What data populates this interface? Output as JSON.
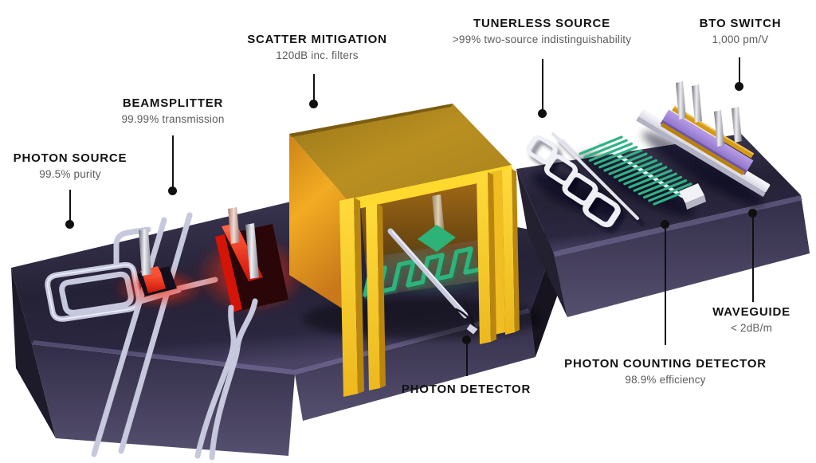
{
  "diagram": {
    "description": "Photonic quantum chip component diagram",
    "labels": [
      {
        "id": "photon-source",
        "title": "PHOTON SOURCE",
        "subtitle": "99.5% purity"
      },
      {
        "id": "beamsplitter",
        "title": "BEAMSPLITTER",
        "subtitle": "99.99% transmission"
      },
      {
        "id": "scatter-mitigation",
        "title": "SCATTER MITIGATION",
        "subtitle": "120dB inc. filters"
      },
      {
        "id": "tunerless-source",
        "title": "TUNERLESS SOURCE",
        "subtitle": ">99% two-source indistinguishability"
      },
      {
        "id": "bto-switch",
        "title": "BTO SWITCH",
        "subtitle": "1,000 pm/V"
      },
      {
        "id": "photon-detector",
        "title": "PHOTON DETECTOR",
        "subtitle": ""
      },
      {
        "id": "photon-counting-detector",
        "title": "PHOTON COUNTING DETECTOR",
        "subtitle": "98.9% efficiency"
      },
      {
        "id": "waveguide",
        "title": "WAVEGUIDE",
        "subtitle": "< 2dB/m"
      }
    ],
    "colors": {
      "background": "#ffffff",
      "chip": "#332f48",
      "waveguide": "#c6c8dd",
      "heater_red": "#ff3a22",
      "enclosure_gold": "#f2a91f",
      "detector_green": "#2eb37c",
      "bto_purple": "#9b7fd4",
      "pointer": "#101010"
    }
  }
}
